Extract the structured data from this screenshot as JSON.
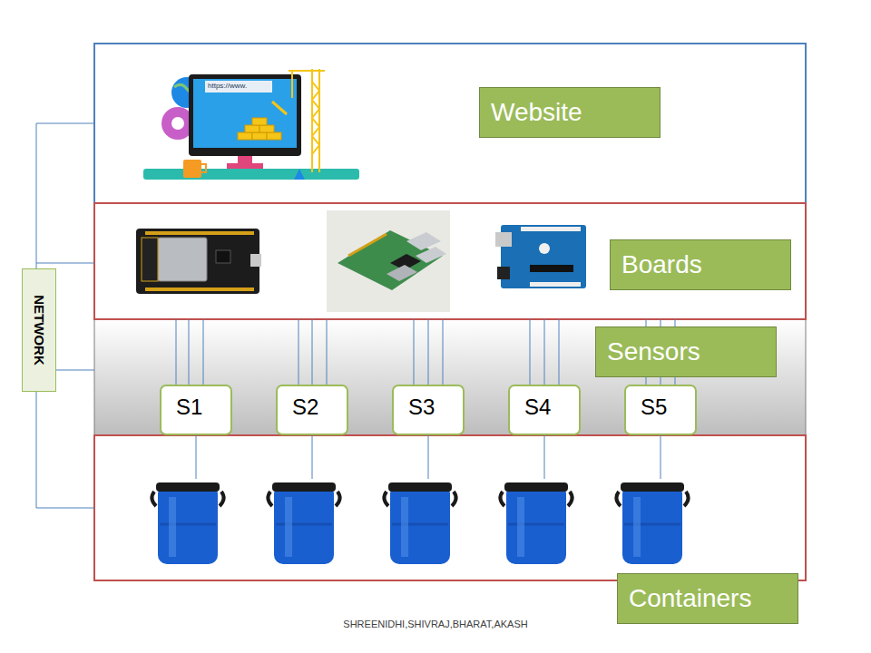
{
  "diagram": {
    "nodes": [
      {
        "text": [
          "Website"
        ]
      },
      {
        "text": [
          "Boards"
        ]
      },
      {
        "text": [
          "NETWORK"
        ]
      },
      {
        "text": [
          "Sensors"
        ]
      },
      {
        "text": [
          "S1"
        ]
      },
      {
        "text": [
          "S2"
        ]
      },
      {
        "text": [
          "S3"
        ]
      },
      {
        "text": [
          "S4"
        ]
      },
      {
        "text": [
          "S5"
        ]
      },
      {
        "text": [
          "Containers"
        ]
      }
    ],
    "labels": [
      "https://www.",
      "SHREENIDHI,SHIVRAJ,BHARAT,AKASH"
    ]
  }
}
